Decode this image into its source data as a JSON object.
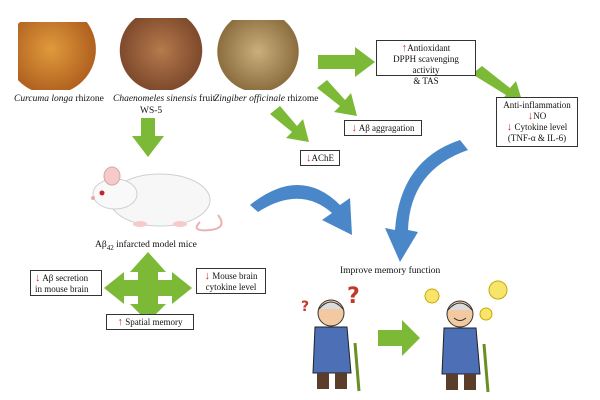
{
  "colors": {
    "arrow_green": "#7bb936",
    "arrow_blue": "#4a87c9",
    "red_arrow": "#d0342c"
  },
  "herbs": [
    {
      "name_italic": "Curcuma longa",
      "name_plain": " rhizone"
    },
    {
      "name_italic": "Chaenomeles sinensis",
      "name_plain": " fruit"
    },
    {
      "name_italic": "Zingiber officinale",
      "name_plain": " rhizome"
    }
  ],
  "ws5_label": "WS-5",
  "boxes": {
    "antioxidant": {
      "line1": "Antioxidant",
      "line2": "DPPH scavenging activity",
      "line3": "& TAS",
      "arrow": "↑"
    },
    "abeta_aggregation": {
      "text": "Aβ aggragation",
      "arrow": "↓"
    },
    "ache": {
      "text": "AChE",
      "arrow": "↓"
    },
    "anti_inflammation": {
      "line1": "Anti-inflammation",
      "line2": "NO",
      "line3": "Cytokine level",
      "line4": "(TNF-α & IL-6)",
      "arrow": "↓"
    },
    "abeta_secretion": {
      "line1": "Aβ secretion",
      "line2": "in mouse brain",
      "arrow": "↓"
    },
    "mouse_cytokine": {
      "line1": "Mouse brain",
      "line2": "cytokine level",
      "arrow": "↓"
    },
    "spatial_memory": {
      "text": "Spatial memory",
      "arrow": "↑"
    }
  },
  "mouse_label": {
    "prefix": "Aβ",
    "subscript": "42",
    "suffix": " infarcted model mice"
  },
  "improve_label": "Improve memory function",
  "icons": [
    "mouse-illustration",
    "confused-old-man-illustration",
    "happy-old-man-illustration",
    "lightbulb-icon",
    "question-mark-icon"
  ]
}
